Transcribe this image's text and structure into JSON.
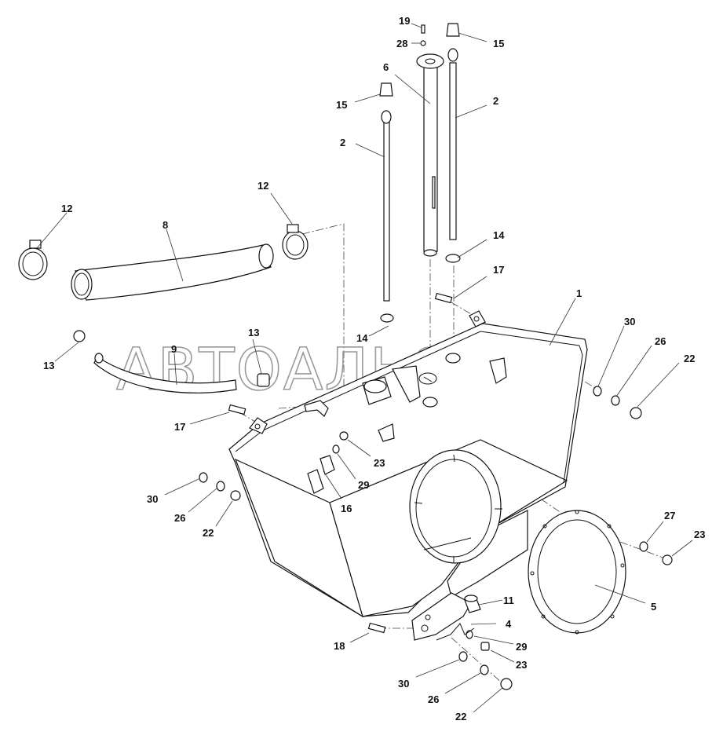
{
  "watermark": "АВТОАЛЬЯНС",
  "callouts": [
    {
      "id": "c19",
      "text": "19"
    },
    {
      "id": "c28",
      "text": "28"
    },
    {
      "id": "c6",
      "text": "6"
    },
    {
      "id": "c15a",
      "text": "15"
    },
    {
      "id": "c15b",
      "text": "15"
    },
    {
      "id": "c2a",
      "text": "2"
    },
    {
      "id": "c2b",
      "text": "2"
    },
    {
      "id": "c12a",
      "text": "12"
    },
    {
      "id": "c12b",
      "text": "12"
    },
    {
      "id": "c8",
      "text": "8"
    },
    {
      "id": "c14a",
      "text": "14"
    },
    {
      "id": "c14b",
      "text": "14"
    },
    {
      "id": "c17a",
      "text": "17"
    },
    {
      "id": "c17b",
      "text": "17"
    },
    {
      "id": "c1",
      "text": "1"
    },
    {
      "id": "c30a",
      "text": "30"
    },
    {
      "id": "c26a",
      "text": "26"
    },
    {
      "id": "c22a",
      "text": "22"
    },
    {
      "id": "c13a",
      "text": "13"
    },
    {
      "id": "c13b",
      "text": "13"
    },
    {
      "id": "c9",
      "text": "9"
    },
    {
      "id": "c23a",
      "text": "23"
    },
    {
      "id": "c29a",
      "text": "29"
    },
    {
      "id": "c16",
      "text": "16"
    },
    {
      "id": "c30b",
      "text": "30"
    },
    {
      "id": "c26b",
      "text": "26"
    },
    {
      "id": "c22b",
      "text": "22"
    },
    {
      "id": "c27",
      "text": "27"
    },
    {
      "id": "c23b",
      "text": "23"
    },
    {
      "id": "c5",
      "text": "5"
    },
    {
      "id": "c11",
      "text": "11"
    },
    {
      "id": "c4",
      "text": "4"
    },
    {
      "id": "c29b",
      "text": "29"
    },
    {
      "id": "c23c",
      "text": "23"
    },
    {
      "id": "c18",
      "text": "18"
    },
    {
      "id": "c30c",
      "text": "30"
    },
    {
      "id": "c26c",
      "text": "26"
    },
    {
      "id": "c22c",
      "text": "22"
    }
  ]
}
